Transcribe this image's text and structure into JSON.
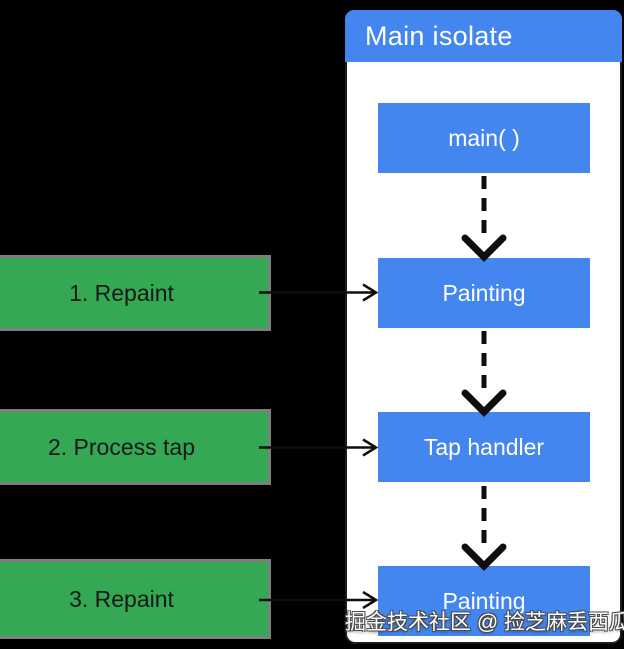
{
  "panel": {
    "title": "Main isolate"
  },
  "flow_nodes": [
    {
      "id": "main",
      "label": "main( )"
    },
    {
      "id": "painting1",
      "label": "Painting"
    },
    {
      "id": "tap",
      "label": "Tap handler"
    },
    {
      "id": "painting2",
      "label": "Painting"
    }
  ],
  "events": [
    {
      "id": "repaint1",
      "label": "1. Repaint",
      "target": "Painting"
    },
    {
      "id": "process-tap",
      "label": "2. Process tap",
      "target": "Tap handler"
    },
    {
      "id": "repaint2",
      "label": "3. Repaint",
      "target": "Painting"
    }
  ],
  "arrows": {
    "dashed_flow": [
      "main( ) -> Painting",
      "Painting -> Tap handler",
      "Tap handler -> Painting"
    ],
    "event_arrows": [
      "1. Repaint -> Painting",
      "2. Process tap -> Tap handler",
      "3. Repaint -> Painting"
    ]
  },
  "watermark": "掘金技术社区 @ 捡芝麻丢西瓜",
  "colors": {
    "background": "#000000",
    "panel_fill": "#ffffff",
    "panel_border": "#1c1c1c",
    "node_blue": "#4486f0",
    "event_green": "#34a853",
    "event_border_gray": "#7e7e7e",
    "node_text": "#ffffff",
    "event_text": "#17191b",
    "arrow_black": "#0e0e0e"
  }
}
